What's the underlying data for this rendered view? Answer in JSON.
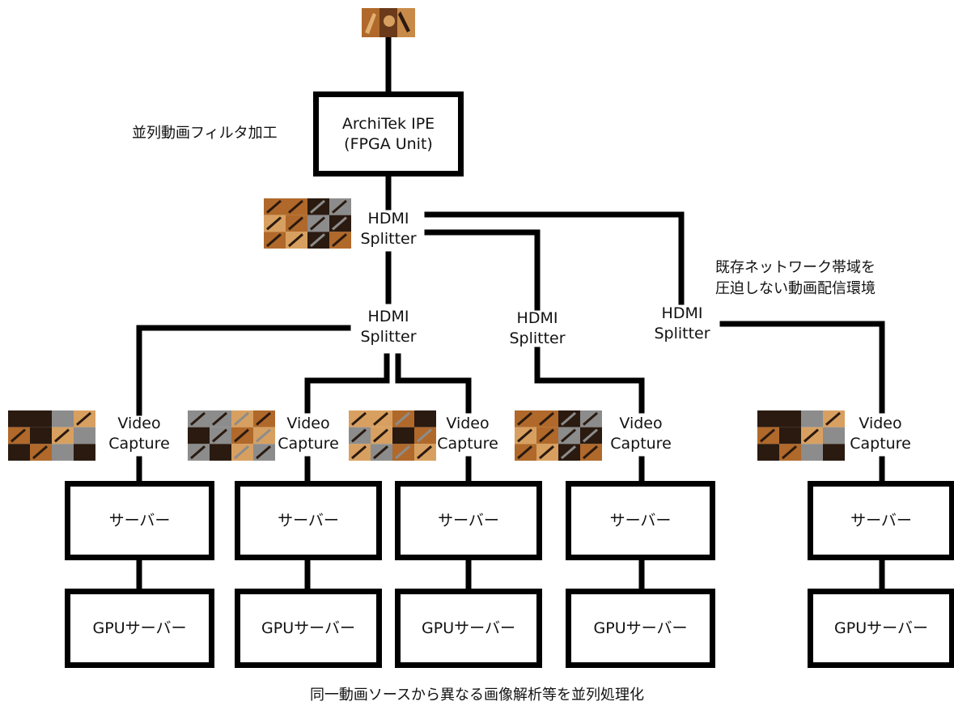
{
  "source_box": {
    "line1": "ArchiTek IPE",
    "line2": "(FPGA Unit)"
  },
  "notes": {
    "filter": "並列動画フィルタ加工",
    "network_line1": "既存ネットワーク帯域を",
    "network_line2": "圧迫しない動画配信環境",
    "footer": "同一動画ソースから異なる画像解析等を並列処理化"
  },
  "splitters": {
    "top": {
      "l1": "HDMI",
      "l2": "Splitter"
    },
    "a": {
      "l1": "HDMI",
      "l2": "Splitter"
    },
    "b": {
      "l1": "HDMI",
      "l2": "Splitter"
    },
    "c": {
      "l1": "HDMI",
      "l2": "Splitter"
    }
  },
  "capture": {
    "l1": "Video",
    "l2": "Capture"
  },
  "server_label": "サーバー",
  "gpu_label": "GPUサーバー",
  "colors": {
    "line": "#000000",
    "thumb_dark": "#2a1a10",
    "thumb_gold": "#b0692a",
    "thumb_light": "#d8a060",
    "thumb_gray": "#8c8c8c"
  }
}
